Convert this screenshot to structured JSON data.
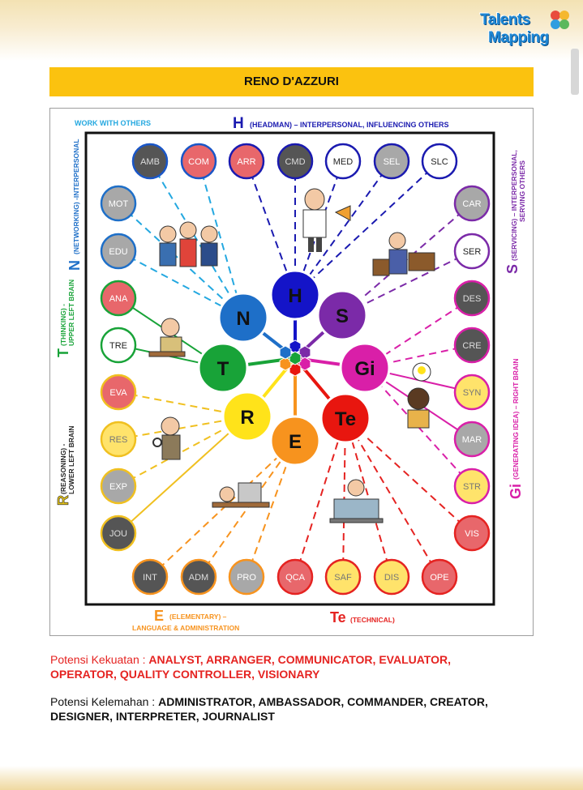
{
  "header": {
    "brand_line1": "Talents",
    "brand_line2": "Mapping",
    "title": "RENO D'AZZURI"
  },
  "diagram": {
    "headings": {
      "work_with_others": "WORK WITH OTHERS",
      "h_letter": "H",
      "h_text": "(HEADMAN) – INTERPERSONAL, INFLUENCING OTHERS",
      "n_letter": "N",
      "n_text": "(NETWORKING) -INTERPERSONAL",
      "t_letter": "T",
      "t_text1": "(THINKING) -",
      "t_text2": "UPPER LEFT BRAIN",
      "r_letter": "R",
      "r_text1": "(REASONING) -",
      "r_text2": "LOWER LEFT BRAIN",
      "s_letter": "S",
      "s_text1": "(SERVICING) – INTERPERSONAL,",
      "s_text2": "SERVING OTHERS",
      "gi_letter": "Gi",
      "gi_text": "(GENERATING IDEA) – RIGHT BRAIN",
      "e_letter": "E",
      "e_text1": "(ELEMENTARY) –",
      "e_text2": "LANGUAGE & ADMINISTRATION",
      "te_letter": "Te",
      "te_text": "(TECHNICAL)"
    },
    "center_circles": [
      {
        "label": "H",
        "color": "#1414c8",
        "text_color": "#111111"
      },
      {
        "label": "S",
        "color": "#7b2aa8",
        "text_color": "#111111"
      },
      {
        "label": "Gi",
        "color": "#d91fa8",
        "text_color": "#111111"
      },
      {
        "label": "Te",
        "color": "#e8160f",
        "text_color": "#111111"
      },
      {
        "label": "E",
        "color": "#f7931e",
        "text_color": "#111111"
      },
      {
        "label": "R",
        "color": "#ffe31a",
        "text_color": "#111111"
      },
      {
        "label": "T",
        "color": "#18a338",
        "text_color": "#111111"
      },
      {
        "label": "N",
        "color": "#1e6fc8",
        "text_color": "#111111"
      }
    ],
    "outer_circles": [
      {
        "code": "AMB",
        "fill": "#555555",
        "text": "#dddddd",
        "ring": "#1a56c7"
      },
      {
        "code": "COM",
        "fill": "#e8676b",
        "text": "#ffffff",
        "ring": "#1a56c7"
      },
      {
        "code": "ARR",
        "fill": "#e8676b",
        "text": "#ffffff",
        "ring": "#1a1ab0"
      },
      {
        "code": "CMD",
        "fill": "#555555",
        "text": "#dddddd",
        "ring": "#1a1ab0"
      },
      {
        "code": "MED",
        "fill": "#ffffff",
        "text": "#222222",
        "ring": "#1a1ab0"
      },
      {
        "code": "SEL",
        "fill": "#a8a8a8",
        "text": "#ffffff",
        "ring": "#1a1ab0"
      },
      {
        "code": "SLC",
        "fill": "#ffffff",
        "text": "#222222",
        "ring": "#1a1ab0"
      },
      {
        "code": "CAR",
        "fill": "#a8a8a8",
        "text": "#ffffff",
        "ring": "#7b2aa8"
      },
      {
        "code": "SER",
        "fill": "#ffffff",
        "text": "#222222",
        "ring": "#7b2aa8"
      },
      {
        "code": "DES",
        "fill": "#555555",
        "text": "#dddddd",
        "ring": "#d91fa8"
      },
      {
        "code": "CRE",
        "fill": "#555555",
        "text": "#dddddd",
        "ring": "#d91fa8"
      },
      {
        "code": "SYN",
        "fill": "#ffe36b",
        "text": "#777777",
        "ring": "#d91fa8"
      },
      {
        "code": "MAR",
        "fill": "#a8a8a8",
        "text": "#ffffff",
        "ring": "#d91fa8"
      },
      {
        "code": "STR",
        "fill": "#ffe36b",
        "text": "#777777",
        "ring": "#d91fa8"
      },
      {
        "code": "VIS",
        "fill": "#e8676b",
        "text": "#ffffff",
        "ring": "#e52321"
      },
      {
        "code": "OPE",
        "fill": "#e8676b",
        "text": "#ffffff",
        "ring": "#e52321"
      },
      {
        "code": "DIS",
        "fill": "#ffe36b",
        "text": "#777777",
        "ring": "#e52321"
      },
      {
        "code": "SAF",
        "fill": "#ffe36b",
        "text": "#777777",
        "ring": "#e52321"
      },
      {
        "code": "QCA",
        "fill": "#e8676b",
        "text": "#ffffff",
        "ring": "#e52321"
      },
      {
        "code": "PRO",
        "fill": "#a8a8a8",
        "text": "#ffffff",
        "ring": "#f7931e"
      },
      {
        "code": "ADM",
        "fill": "#555555",
        "text": "#dddddd",
        "ring": "#f7931e"
      },
      {
        "code": "INT",
        "fill": "#555555",
        "text": "#dddddd",
        "ring": "#f7931e"
      },
      {
        "code": "JOU",
        "fill": "#555555",
        "text": "#dddddd",
        "ring": "#f0c020"
      },
      {
        "code": "EXP",
        "fill": "#a8a8a8",
        "text": "#ffffff",
        "ring": "#f0c020"
      },
      {
        "code": "RES",
        "fill": "#ffe36b",
        "text": "#777777",
        "ring": "#f0c020"
      },
      {
        "code": "EVA",
        "fill": "#e8676b",
        "text": "#ffffff",
        "ring": "#f0c020"
      },
      {
        "code": "TRE",
        "fill": "#ffffff",
        "text": "#222222",
        "ring": "#18a338"
      },
      {
        "code": "ANA",
        "fill": "#e8676b",
        "text": "#ffffff",
        "ring": "#18a338"
      },
      {
        "code": "EDU",
        "fill": "#a8a8a8",
        "text": "#ffffff",
        "ring": "#1e6fc8"
      },
      {
        "code": "MOT",
        "fill": "#a8a8a8",
        "text": "#ffffff",
        "ring": "#1e6fc8"
      }
    ]
  },
  "potensi": {
    "kekuatan_label": "Potensi Kekuatan : ",
    "kekuatan_line1": "ANALYST, ARRANGER, COMMUNICATOR, EVALUATOR,",
    "kekuatan_line2": "OPERATOR, QUALITY CONTROLLER, VISIONARY",
    "kelemahan_label": "Potensi Kelemahan : ",
    "kelemahan_line1": "ADMINISTRATOR, AMBASSADOR, COMMANDER, CREATOR,",
    "kelemahan_line2": "DESIGNER, INTERPRETER, JOURNALIST"
  }
}
